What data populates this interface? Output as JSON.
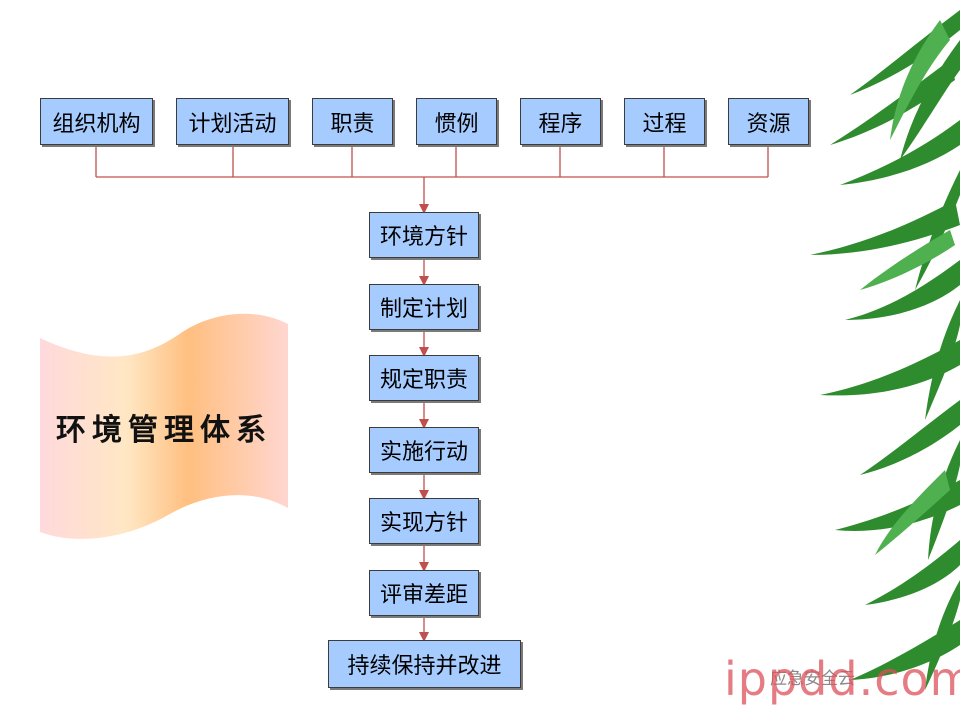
{
  "diagram": {
    "inputs": [
      "组织机构",
      "计划活动",
      "职责",
      "惯例",
      "程序",
      "过程",
      "资源"
    ],
    "steps": [
      "环境方针",
      "制定计划",
      "规定职责",
      "实施行动",
      "实现方针",
      "评审差距",
      "持续保持并改进"
    ],
    "title": "环境管理体系"
  },
  "colors": {
    "box_fill": "#a6ccff",
    "connector": "#c0504d",
    "banner_gradient": [
      "#ffd9dc",
      "#ffc58a",
      "#ffe0d0"
    ],
    "leaf": "#2e8b2e"
  },
  "watermark": {
    "small": "应急安全云",
    "large": "ippdd.com"
  }
}
